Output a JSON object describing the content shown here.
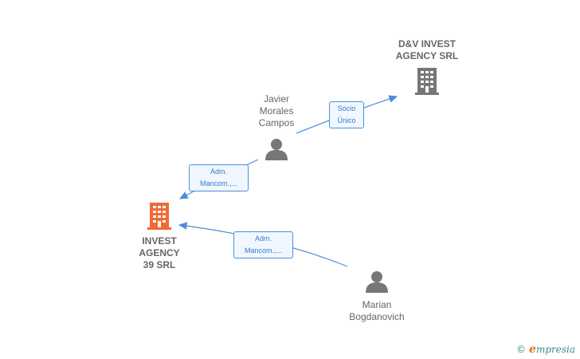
{
  "nodes": {
    "dv_invest": {
      "label_line1": "D&V INVEST",
      "label_line2": "AGENCY SRL",
      "icon": "building-icon",
      "color": "#777777"
    },
    "javier": {
      "label_line1": "Javier",
      "label_line2": "Morales",
      "label_line3": "Campos",
      "icon": "person-icon"
    },
    "invest_agency": {
      "label_line1": "INVEST",
      "label_line2": "AGENCY",
      "label_line3": "39 SRL",
      "icon": "building-icon",
      "color": "#f06a35"
    },
    "marian": {
      "label_line1": "Marian",
      "label_line2": "Bogdanovich",
      "icon": "person-icon"
    }
  },
  "edges": [
    {
      "from": "Javier Morales Campos",
      "to": "D&V INVEST AGENCY SRL",
      "label_line1": "Socio",
      "label_line2": "Único"
    },
    {
      "from": "Javier Morales Campos",
      "to": "INVEST AGENCY 39 SRL",
      "label_line1": "Adm.",
      "label_line2": "Mancom.,..."
    },
    {
      "from": "Marian Bogdanovich",
      "to": "INVEST AGENCY 39 SRL",
      "label_line1": "Adm.",
      "label_line2": "Mancom.,..."
    }
  ],
  "colors": {
    "edge": "#4a90d9",
    "person": "#777777",
    "building_main": "#f06a35",
    "building_other": "#777777"
  },
  "footer": {
    "copyright": "©",
    "brand_initial": "e",
    "brand_rest": "mpresia"
  }
}
